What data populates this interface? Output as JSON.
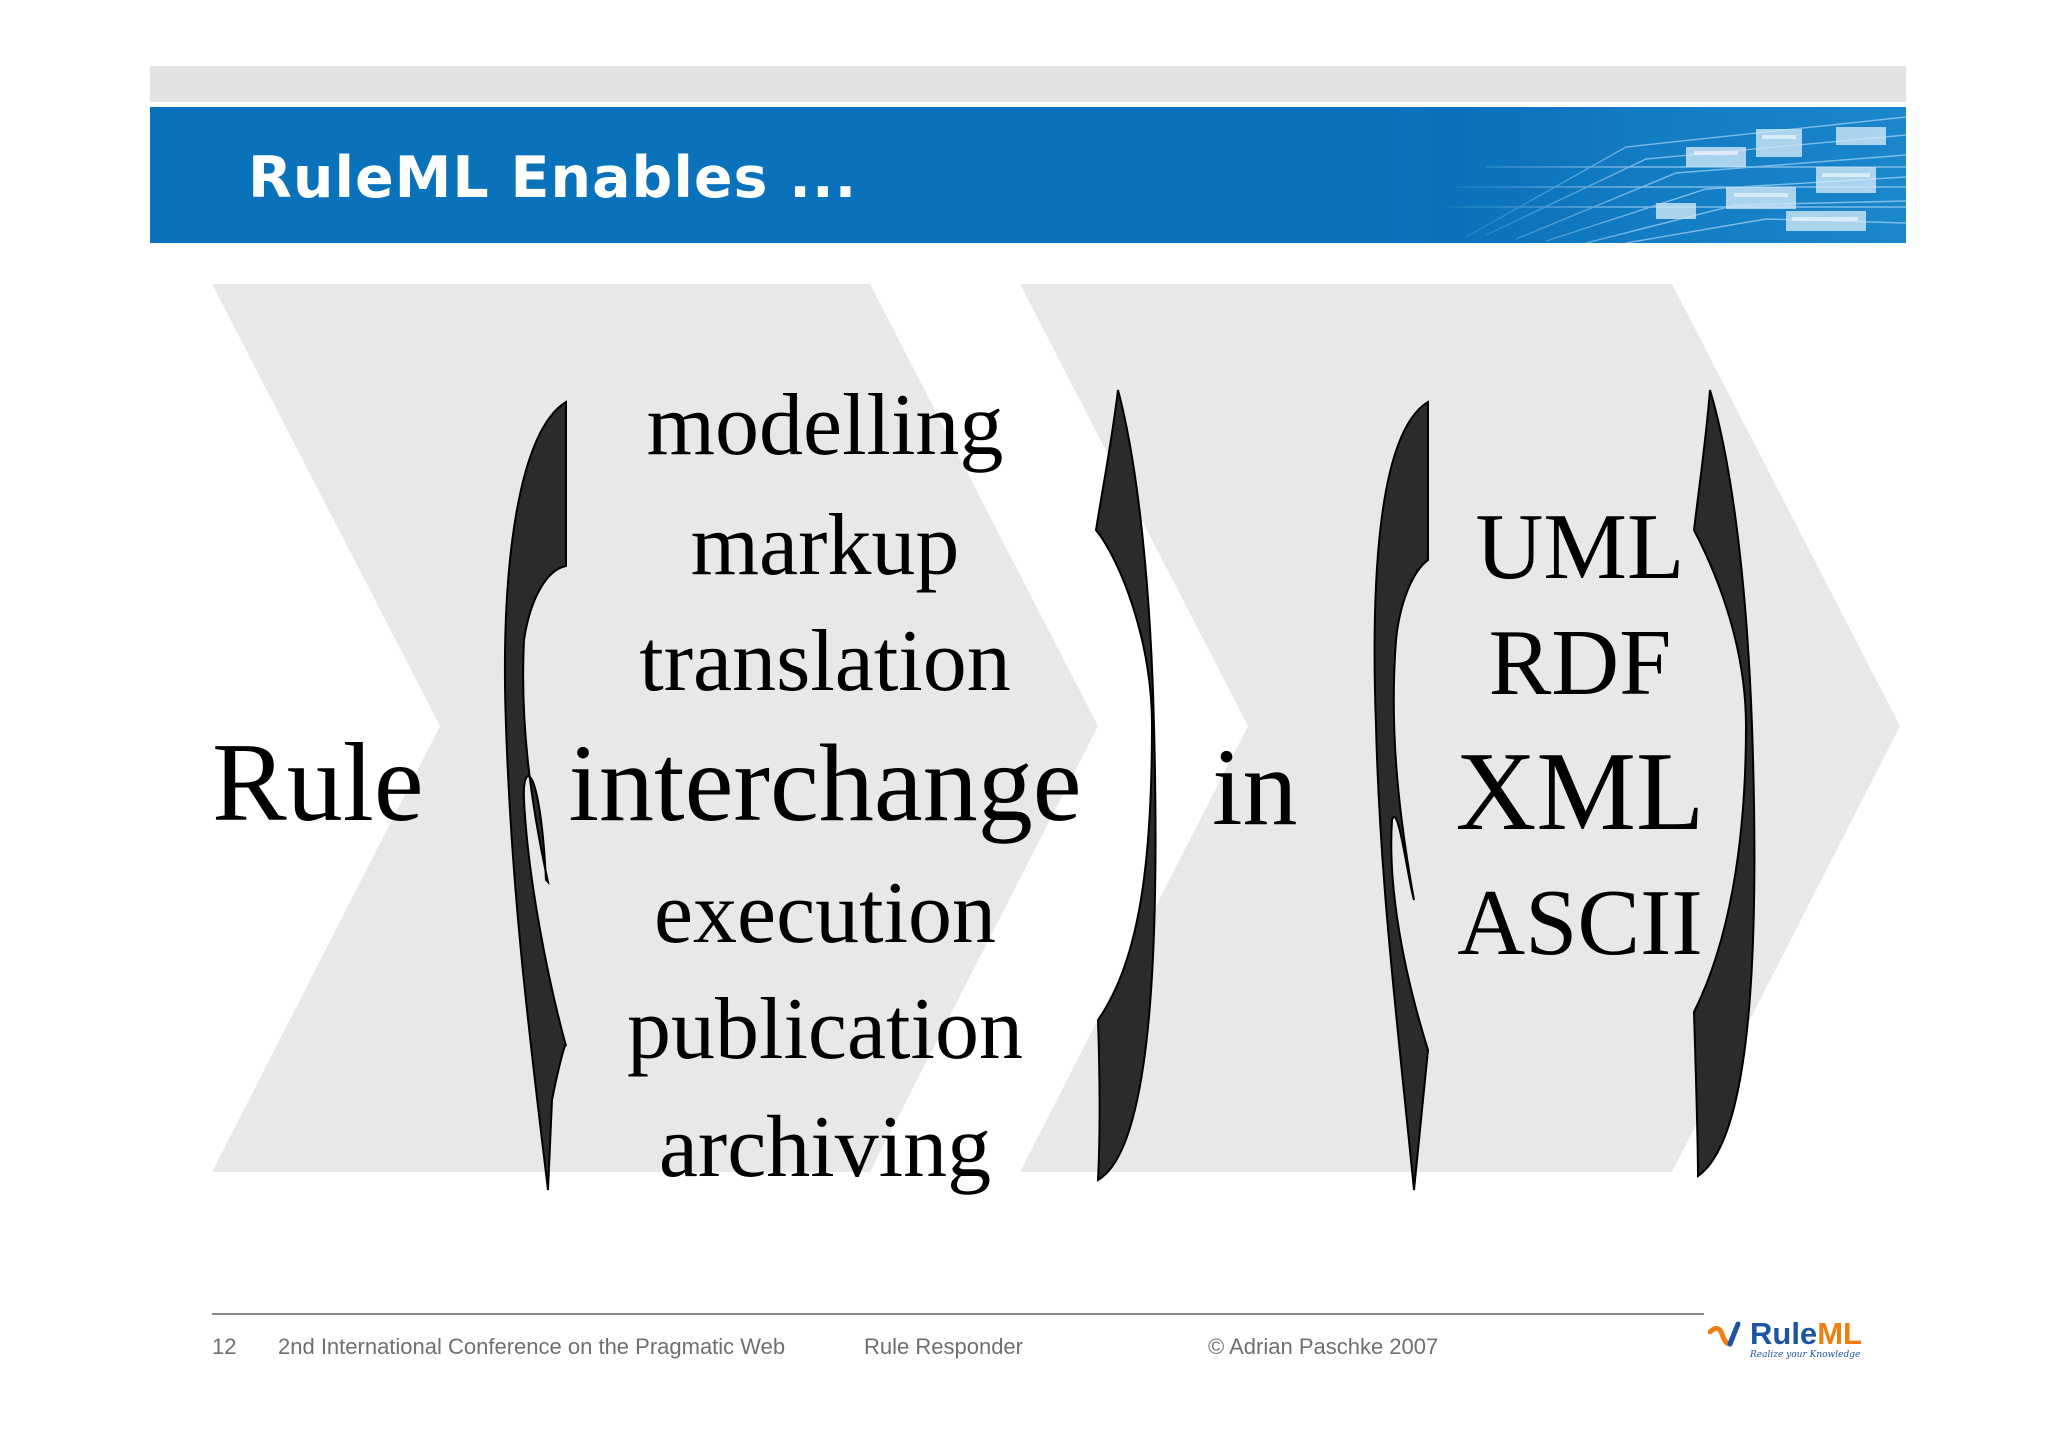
{
  "slide": {
    "title": "RuleML Enables ...",
    "lead_word": "Rule",
    "purposes": [
      "modelling",
      "markup",
      "translation",
      "interchange",
      "execution",
      "publication",
      "archiving"
    ],
    "connector": "in",
    "formats": [
      "UML",
      "RDF",
      "XML",
      "ASCII"
    ]
  },
  "footer": {
    "page_number": "12",
    "conference": "2nd International Conference on the Pragmatic Web",
    "talk_title": "Rule Responder",
    "copyright": "© Adrian Paschke 2007"
  },
  "logo": {
    "rule_part": "Rule",
    "ml_part": "ML",
    "tagline": "Realize your Knowledge"
  },
  "colors": {
    "title_bar": "#0a72bb",
    "chevron": "#e8e8e8",
    "bracket_fill": "#2b2b2b",
    "logo_blue": "#1b55a3",
    "logo_orange": "#f07f12"
  }
}
